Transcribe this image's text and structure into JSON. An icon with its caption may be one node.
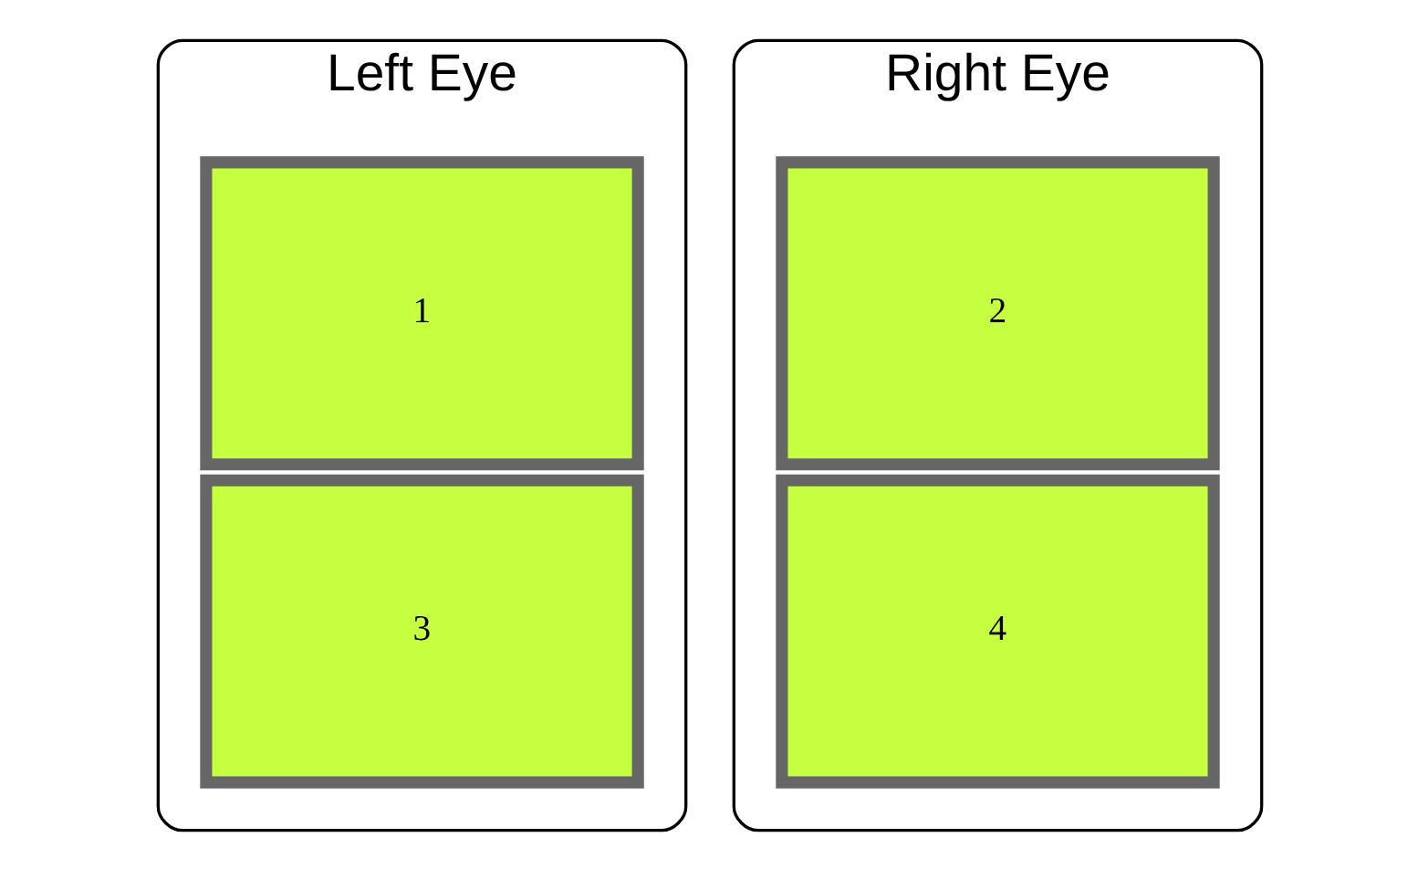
{
  "diagram": {
    "nodes": [
      {
        "text": [
          "Left Eye"
        ]
      },
      {
        "text": [
          "1"
        ],
        "in": 0
      },
      {
        "text": [
          "3"
        ],
        "in": 0
      },
      {
        "text": [
          "Right Eye"
        ]
      },
      {
        "text": [
          "2"
        ],
        "in": 3
      },
      {
        "text": [
          "4"
        ],
        "in": 3
      }
    ]
  }
}
